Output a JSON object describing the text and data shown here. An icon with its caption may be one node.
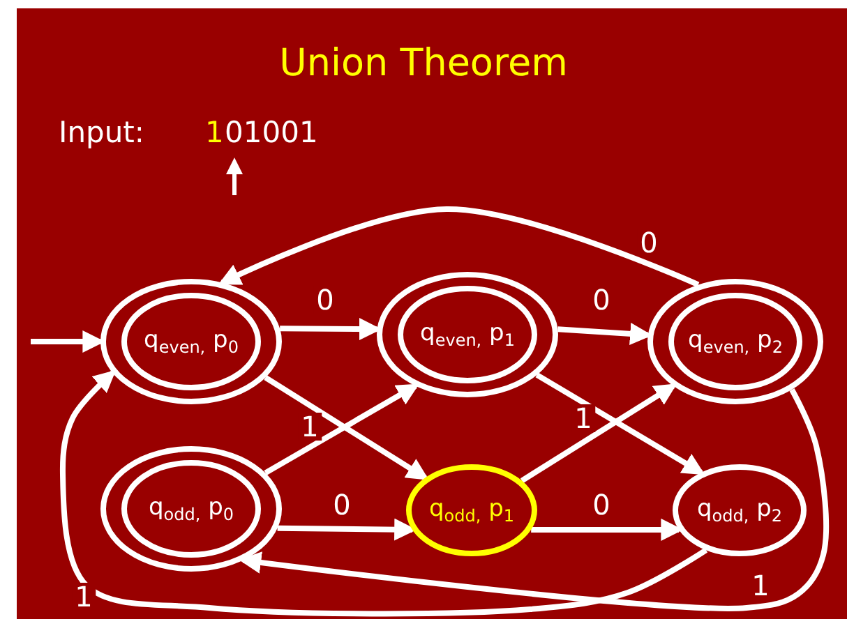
{
  "diagram": {
    "title": "Union Theorem",
    "nodes": [
      {
        "text": [
          "q$_{even,}$ p$_{0}$"
        ]
      },
      {
        "text": [
          "q$_{even,}$ p$_{1}$"
        ]
      },
      {
        "text": [
          "q$_{even,}$ p$_{2}$"
        ]
      },
      {
        "text": [
          "q$_{odd,}$ p$_{0}$"
        ]
      },
      {
        "text": [
          "q$_{odd,}$ p$_{1}$"
        ]
      },
      {
        "text": [
          "q$_{odd,}$ p$_{2}$"
        ]
      }
    ],
    "edges": [
      {
        "from": null,
        "to": 0,
        "arrow": "to"
      },
      {
        "from": 0,
        "to": 1,
        "arrow": "to",
        "label": "0"
      },
      {
        "from": 1,
        "to": 2,
        "arrow": "to",
        "label": "0"
      },
      {
        "from": 2,
        "to": 0,
        "arrow": "to",
        "label": "0"
      },
      {
        "from": 0,
        "to": 4,
        "arrow": "to"
      },
      {
        "from": 3,
        "to": 1,
        "arrow": "to",
        "label": "1"
      },
      {
        "from": 1,
        "to": 5,
        "arrow": "to"
      },
      {
        "from": 4,
        "to": 2,
        "arrow": "to",
        "label": "1"
      },
      {
        "from": 3,
        "to": 4,
        "arrow": "to",
        "label": "0"
      },
      {
        "from": 4,
        "to": 5,
        "arrow": "to",
        "label": "0"
      },
      {
        "from": 2,
        "to": 3,
        "arrow": "to",
        "label": "1"
      },
      {
        "from": 5,
        "to": 0,
        "arrow": "to",
        "label": "1"
      }
    ],
    "labels": [
      "Input:",
      "1",
      "01001"
    ]
  }
}
